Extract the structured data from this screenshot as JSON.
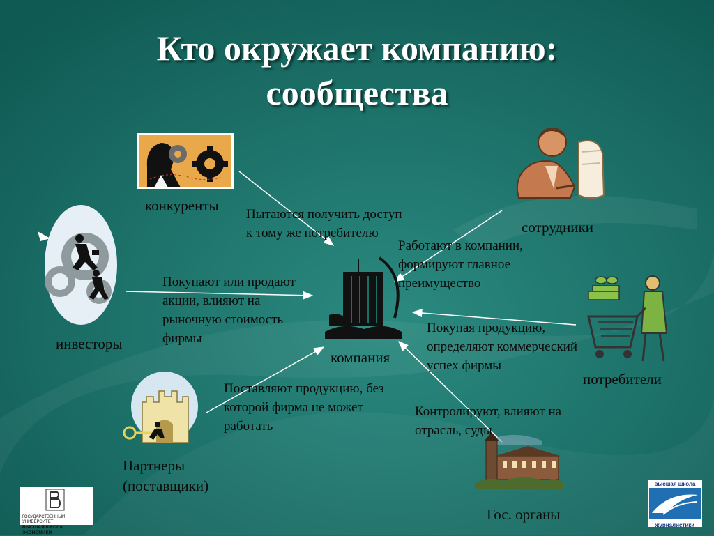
{
  "title": {
    "line1": "Кто окружает компанию:",
    "line2": "сообщества"
  },
  "center": {
    "label": "компания"
  },
  "actors": {
    "competitors": {
      "label": "конкуренты",
      "desc": [
        "Пытаются получить доступ",
        "к тому же потребителю"
      ]
    },
    "employees": {
      "label": "сотрудники",
      "desc": [
        "Работают в компании,",
        "формируют главное",
        "преимущество"
      ]
    },
    "investors": {
      "label": "инвесторы",
      "desc": [
        "Покупают или продают",
        "акции, влияют на",
        "рыночную стоимость",
        "фирмы"
      ]
    },
    "consumers": {
      "label": "потребители",
      "desc": [
        "Покупая продукцию,",
        "определяют коммерческий",
        "успех фирмы"
      ]
    },
    "partners": {
      "label": [
        "Партнеры",
        "(поставщики)"
      ],
      "desc": [
        "Поставляют продукцию, без",
        "которой фирма не может",
        "работать"
      ]
    },
    "government": {
      "label": "Гос. органы",
      "desc": [
        "Контролируют, влияют на",
        "отрасль, суды"
      ]
    }
  },
  "logos": {
    "left": {
      "line1": "ГОСУДАРСТВЕННЫЙ УНИВЕРСИТЕТ",
      "line2": "ВЫСШАЯ ШКОЛА ЭКОНОМИКИ"
    },
    "right": {
      "line1": "высшая школа",
      "line2": "журналистики"
    }
  },
  "colors": {
    "background": "#1a6f66",
    "title": "#ffffff",
    "arrow": "#ffffff"
  }
}
